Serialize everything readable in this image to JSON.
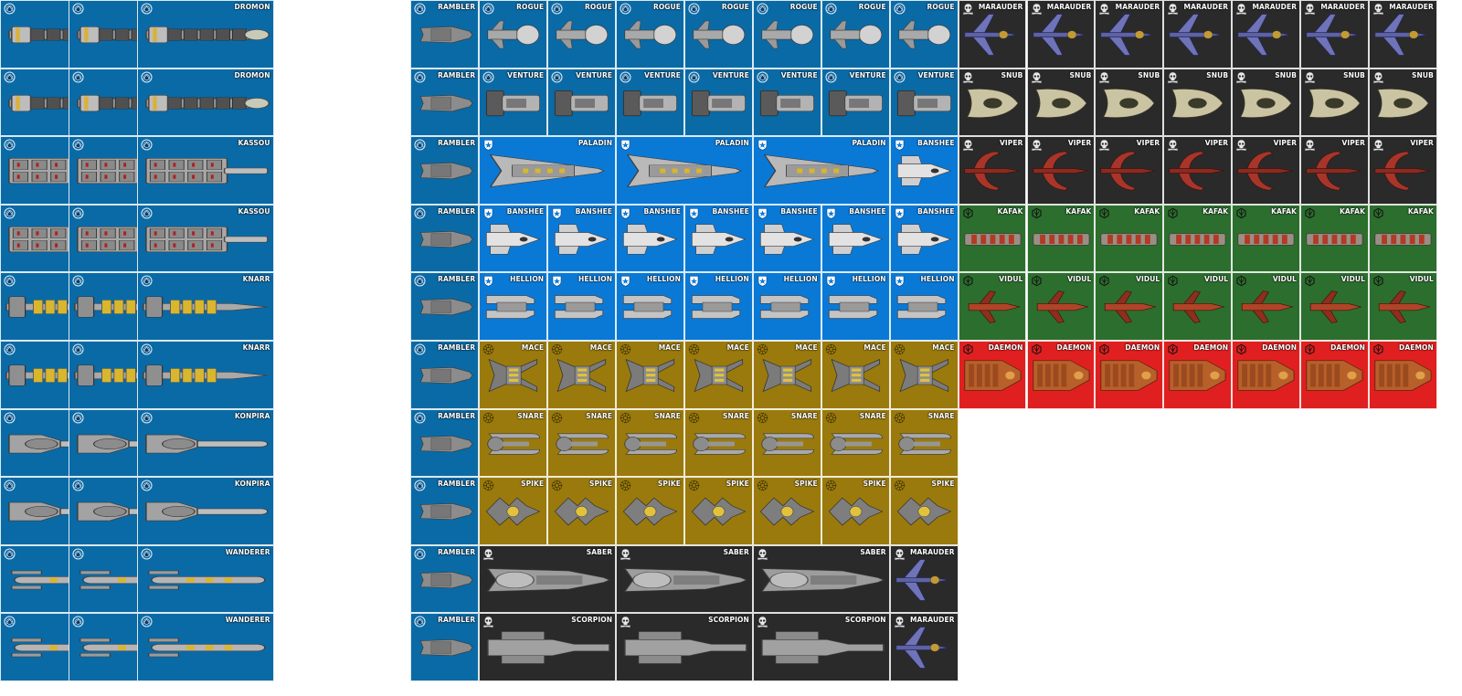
{
  "colors": {
    "blue_dark": "#0a6aa6",
    "blue_light": "#0a79d6",
    "gold": "#9a7a0c",
    "charcoal": "#2a2a2a",
    "green": "#2c6e2e",
    "red": "#e02020",
    "border": "#ffffff"
  },
  "ships": {
    "dromon": "DROMON",
    "kassou": "KASSOU",
    "knarr": "KNARR",
    "konpira": "KONPIRA",
    "wanderer": "WANDERER",
    "rambler": "RAMBLER",
    "rogue": "ROGUE",
    "venture": "VENTURE",
    "paladin": "PALADIN",
    "banshee": "BANSHEE",
    "hellion": "HELLION",
    "mace": "MACE",
    "snare": "SNARE",
    "spike": "SPIKE",
    "saber": "SABER",
    "scorpion": "SCORPION",
    "marauder": "MARAUDER",
    "snub": "SNUB",
    "viper": "VIPER",
    "kafak": "KAFAK",
    "vidul": "VIDUL",
    "daemon": "DAEMON"
  },
  "groups": [
    {
      "ship": "dromon",
      "color": "blue_dark",
      "emblem": "wreath",
      "art": "dromon",
      "rows": [
        0,
        1
      ],
      "cols": [
        0,
        1,
        2
      ],
      "span": 2
    },
    {
      "ship": "kassou",
      "color": "blue_dark",
      "emblem": "wreath",
      "art": "kassou",
      "rows": [
        2,
        3
      ],
      "cols": [
        0,
        1,
        2
      ],
      "span": 2
    },
    {
      "ship": "knarr",
      "color": "blue_dark",
      "emblem": "wreath",
      "art": "knarr",
      "rows": [
        4,
        5
      ],
      "cols": [
        0,
        1,
        2
      ],
      "span": 2
    },
    {
      "ship": "konpira",
      "color": "blue_dark",
      "emblem": "wreath",
      "art": "konpira",
      "rows": [
        6,
        7
      ],
      "cols": [
        0,
        1,
        2
      ],
      "span": 2
    },
    {
      "ship": "wanderer",
      "color": "blue_dark",
      "emblem": "wreath",
      "art": "wanderer",
      "rows": [
        8,
        9
      ],
      "cols": [
        0,
        1,
        2
      ],
      "span": 2
    },
    {
      "ship": "rambler",
      "color": "blue_dark",
      "emblem": "wreath",
      "art": "rambler",
      "rows": [
        0,
        1,
        2,
        3,
        4,
        5,
        6,
        7,
        8,
        9
      ],
      "cols": [
        6
      ],
      "span": 1
    },
    {
      "ship": "rogue",
      "color": "blue_dark",
      "emblem": "wreath",
      "art": "rogue",
      "rows": [
        0
      ],
      "cols": [
        7,
        8,
        9,
        10,
        11,
        12,
        13
      ],
      "span": 1
    },
    {
      "ship": "venture",
      "color": "blue_dark",
      "emblem": "wreath",
      "art": "venture",
      "rows": [
        1
      ],
      "cols": [
        7,
        8,
        9,
        10,
        11,
        12,
        13
      ],
      "span": 1
    },
    {
      "ship": "paladin",
      "color": "blue_light",
      "emblem": "star",
      "art": "paladin",
      "rows": [
        2
      ],
      "cols": [
        7,
        9,
        11
      ],
      "span": 2
    },
    {
      "ship": "banshee",
      "color": "blue_light",
      "emblem": "star",
      "art": "banshee",
      "rows": [
        2
      ],
      "cols": [
        13
      ],
      "span": 1
    },
    {
      "ship": "banshee",
      "color": "blue_light",
      "emblem": "star",
      "art": "banshee",
      "rows": [
        3
      ],
      "cols": [
        7,
        8,
        9,
        10,
        11,
        12,
        13
      ],
      "span": 1
    },
    {
      "ship": "hellion",
      "color": "blue_light",
      "emblem": "star",
      "art": "hellion",
      "rows": [
        4
      ],
      "cols": [
        7,
        8,
        9,
        10,
        11,
        12,
        13
      ],
      "span": 1
    },
    {
      "ship": "mace",
      "color": "gold",
      "emblem": "gear",
      "art": "mace",
      "rows": [
        5
      ],
      "cols": [
        7,
        8,
        9,
        10,
        11,
        12,
        13
      ],
      "span": 1
    },
    {
      "ship": "snare",
      "color": "gold",
      "emblem": "gear",
      "art": "snare",
      "rows": [
        6
      ],
      "cols": [
        7,
        8,
        9,
        10,
        11,
        12,
        13
      ],
      "span": 1
    },
    {
      "ship": "spike",
      "color": "gold",
      "emblem": "gear",
      "art": "spike",
      "rows": [
        7
      ],
      "cols": [
        7,
        8,
        9,
        10,
        11,
        12,
        13
      ],
      "span": 1
    },
    {
      "ship": "saber",
      "color": "charcoal",
      "emblem": "skull",
      "art": "saber",
      "rows": [
        8
      ],
      "cols": [
        7,
        9,
        11
      ],
      "span": 2
    },
    {
      "ship": "scorpion",
      "color": "charcoal",
      "emblem": "skull",
      "art": "scorpion",
      "rows": [
        9
      ],
      "cols": [
        7,
        9,
        11
      ],
      "span": 2
    },
    {
      "ship": "marauder",
      "color": "charcoal",
      "emblem": "skull",
      "art": "marauder",
      "rows": [
        8,
        9
      ],
      "cols": [
        13
      ],
      "span": 1
    },
    {
      "ship": "marauder",
      "color": "charcoal",
      "emblem": "skull",
      "art": "marauder",
      "rows": [
        0
      ],
      "cols": [
        14,
        15,
        16,
        17,
        18,
        19,
        20
      ],
      "span": 1
    },
    {
      "ship": "snub",
      "color": "charcoal",
      "emblem": "skull",
      "art": "snub",
      "rows": [
        1
      ],
      "cols": [
        14,
        15,
        16,
        17,
        18,
        19,
        20
      ],
      "span": 1
    },
    {
      "ship": "viper",
      "color": "charcoal",
      "emblem": "skull",
      "art": "viper",
      "rows": [
        2
      ],
      "cols": [
        14,
        15,
        16,
        17,
        18,
        19,
        20
      ],
      "span": 1
    },
    {
      "ship": "kafak",
      "color": "green",
      "emblem": "rune",
      "art": "kafak",
      "rows": [
        3
      ],
      "cols": [
        14,
        15,
        16,
        17,
        18,
        19,
        20
      ],
      "span": 1
    },
    {
      "ship": "vidul",
      "color": "green",
      "emblem": "rune",
      "art": "vidul",
      "rows": [
        4
      ],
      "cols": [
        14,
        15,
        16,
        17,
        18,
        19,
        20
      ],
      "span": 1
    },
    {
      "ship": "daemon",
      "color": "red",
      "emblem": "rune",
      "art": "daemon",
      "rows": [
        5
      ],
      "cols": [
        14,
        15,
        16,
        17,
        18,
        19,
        20
      ],
      "span": 1
    }
  ]
}
